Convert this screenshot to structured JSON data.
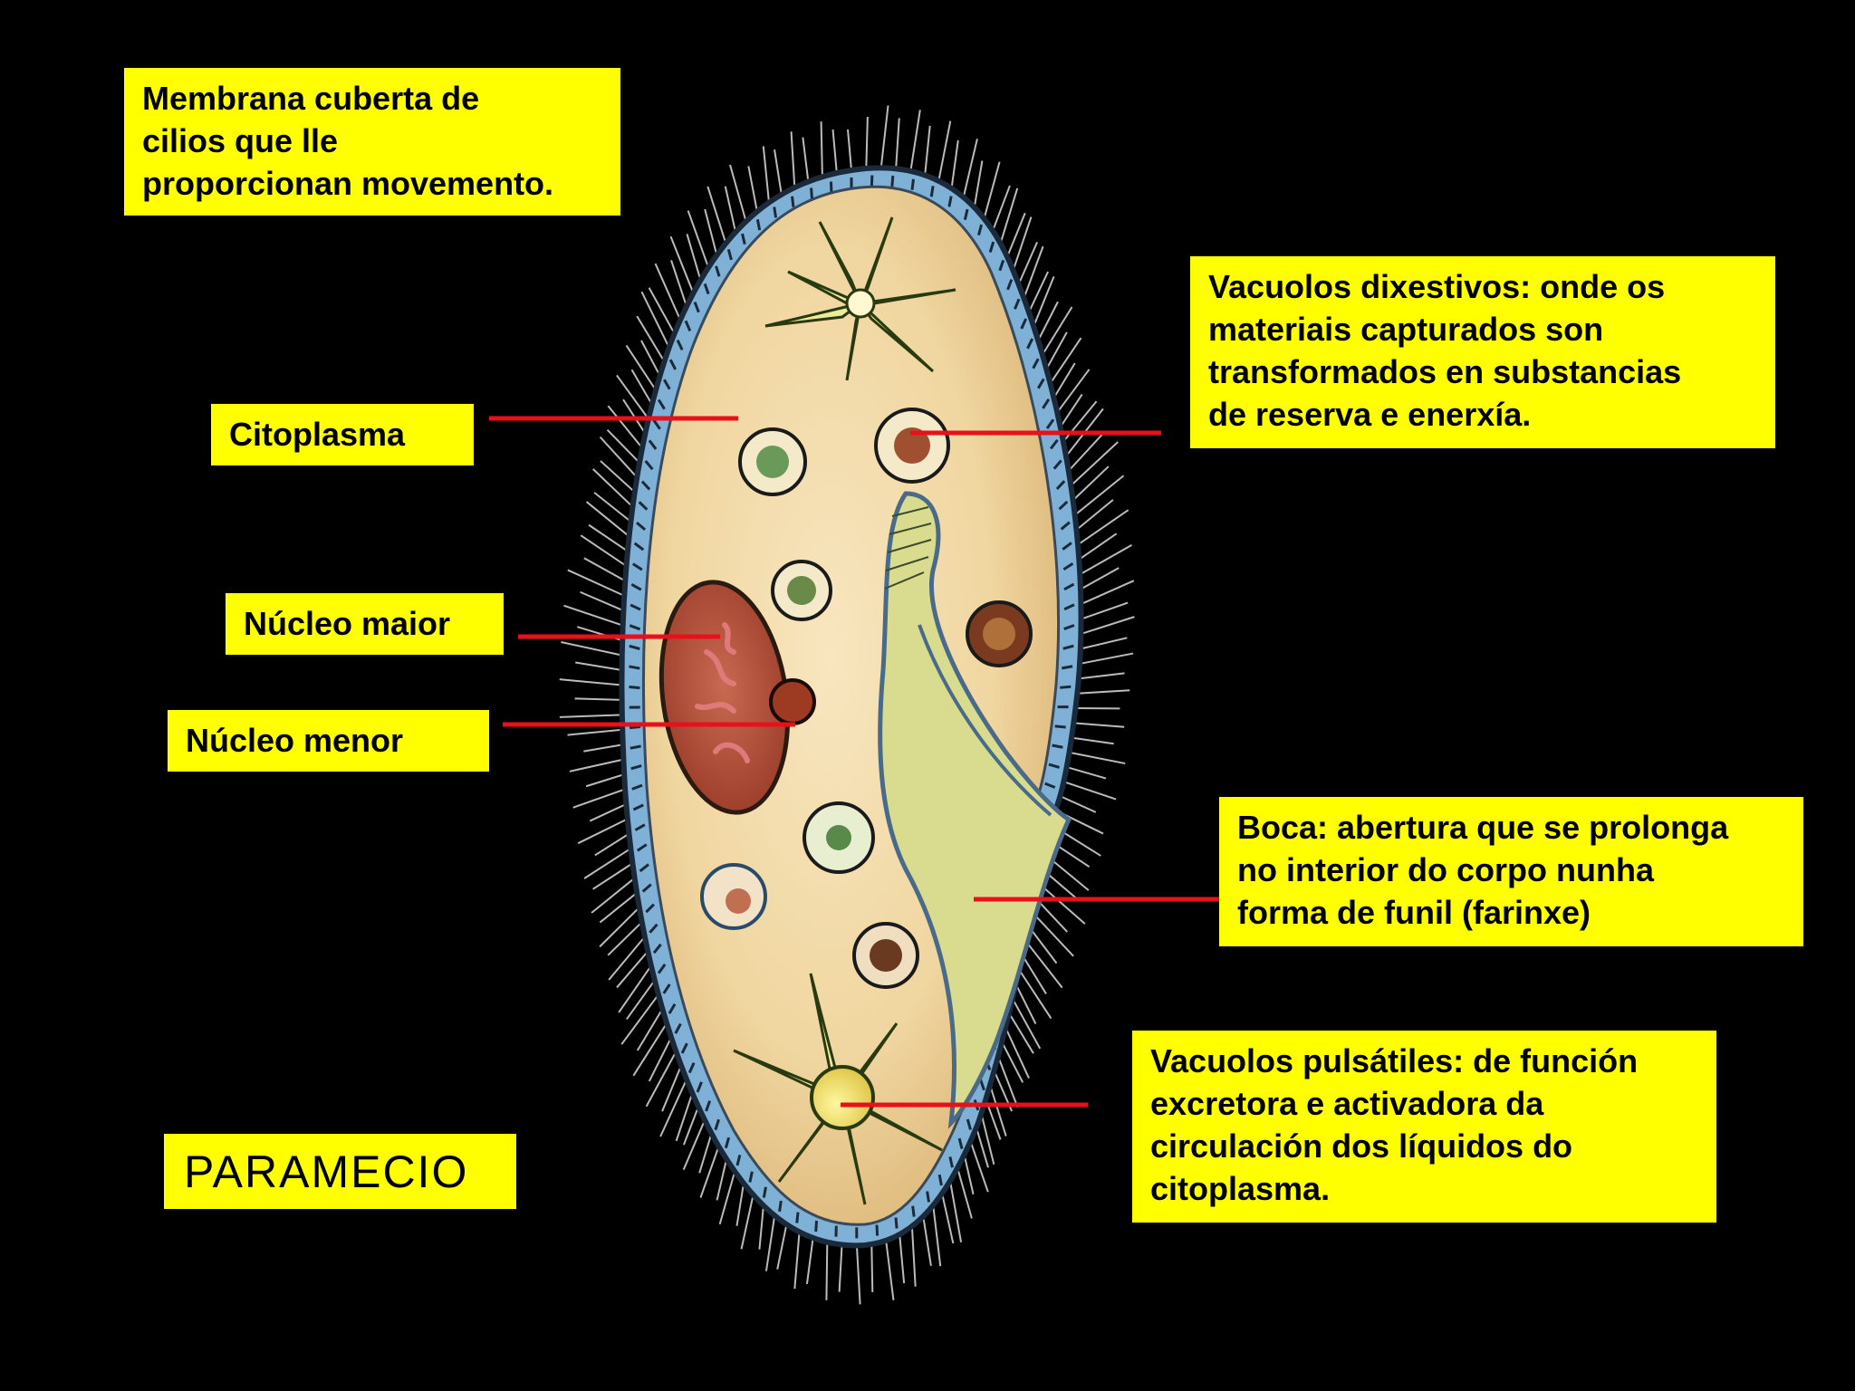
{
  "title": "PARAMECIO",
  "labels": {
    "membrana": "Membrana  cuberta de\ncilios que lle\nproporcionan movemento.",
    "citoplasma": "Citoplasma",
    "nucleo_maior": "Núcleo maior",
    "nucleo_menor": "Núcleo  menor",
    "vacuolos_dixestivos": "Vacuolos dixestivos: onde os\nmateriais capturados son\ntransformados en substancias\nde reserva e enerxía.",
    "boca": "Boca: abertura que se prolonga\nno interior do corpo nunha\nforma de funil (farinxe)",
    "vacuolos_pulsatiles": "Vacuolos pulsátiles: de función\nexcretora e activadora da\ncirculación dos líquidos do\ncitoplasma."
  },
  "colors": {
    "background": "#000000",
    "label_fill": "#ffff00",
    "label_text": "#000000",
    "leader_line": "#e8101a",
    "membrane": "#7fb0d6",
    "cytoplasm": "#f3dfb0",
    "pharynx": "#d9dc8f",
    "macronucleus": "#b8503a",
    "micronucleus": "#9c3a22",
    "contractile_vacuole": "#f0e27a",
    "cilia": "#cccccc"
  }
}
